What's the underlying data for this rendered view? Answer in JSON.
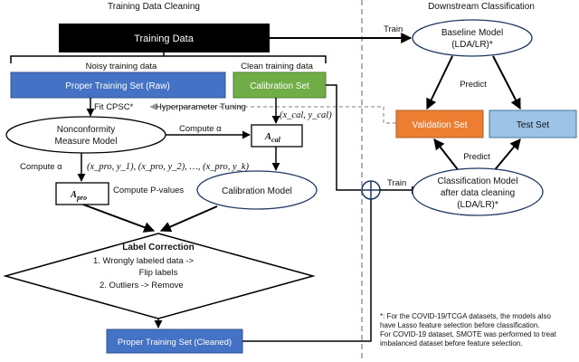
{
  "sections": {
    "left_title": "Training Data Cleaning",
    "right_title": "Downstream Classification"
  },
  "nodes": {
    "training_data": "Training Data",
    "noisy_label": "Noisy training data",
    "clean_label": "Clean training data",
    "proper_raw": "Proper Training Set (Raw)",
    "calibration_set": "Calibration Set",
    "nonconformity_1": "Nonconformity",
    "nonconformity_2": "Measure Model",
    "a_cal": "A",
    "a_cal_sub": "cal",
    "a_pro": "A",
    "a_pro_sub": "pro",
    "calibration_model": "Calibration Model",
    "label_correction": "Label Correction",
    "lc_item1a": "1.   Wrongly labeled data ->",
    "lc_item1b": "Flip labels",
    "lc_item2": "2.   Outliers -> Remove",
    "proper_cleaned": "Proper Training Set (Cleaned)",
    "baseline_1": "Baseline Model",
    "baseline_2": "(LDA/LR)*",
    "validation_set": "Validation Set",
    "test_set": "Test Set",
    "classif_1": "Classification Model",
    "classif_2": "after data cleaning",
    "classif_3": "(LDA/LR)*"
  },
  "edges": {
    "train_top": "Train",
    "fit_cpsc": "Fit CPSC*",
    "hyper": "Hyperparameter Tuning",
    "compute_alpha_right": "Compute α",
    "compute_alpha_left": "Compute α",
    "cal_pair": "(x_cal, y_cal)",
    "pro_pairs": "(x_pro, y_1), (x_pro, y_2), …, (x_pro, y_k)",
    "compute_p": "Compute P-values",
    "predict_top": "Predict",
    "predict_bottom": "Predict",
    "train_bottom": "Train"
  },
  "footnote": [
    "*: For the COVID-19/TCGA datasets, the models also",
    "have Lasso feature selection before classification.",
    "For COVID-19 dataset, SMOTE was performed to treat",
    "imbalanced dataset before feature selection."
  ],
  "colors": {
    "blue": "#4472c4",
    "green": "#70ad47",
    "orange": "#ed7d31",
    "lightblue": "#9dc3e6",
    "black": "#000000"
  }
}
